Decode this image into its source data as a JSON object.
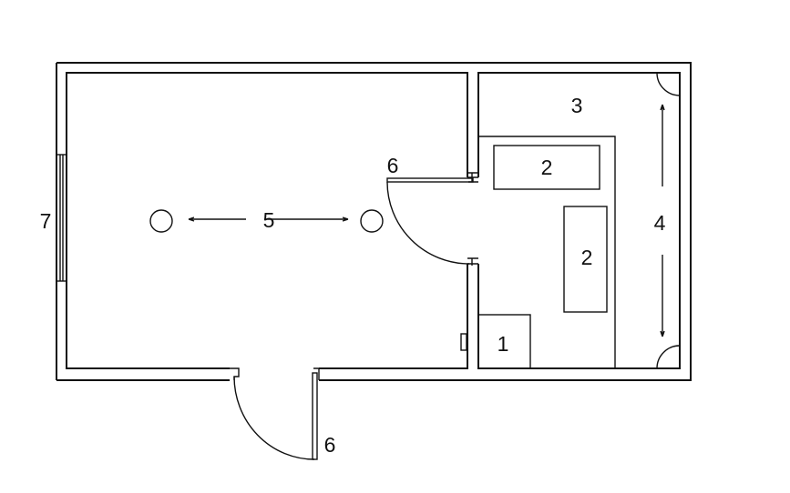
{
  "labels": {
    "item_1": "1",
    "item_2a": "2",
    "item_2b": "2",
    "item_3": "3",
    "item_4": "4",
    "item_5": "5",
    "item_6_inner_door": "6",
    "item_6_entrance_door": "6",
    "item_7": "7"
  },
  "colors": {
    "line": "#111111",
    "background": "#ffffff"
  }
}
